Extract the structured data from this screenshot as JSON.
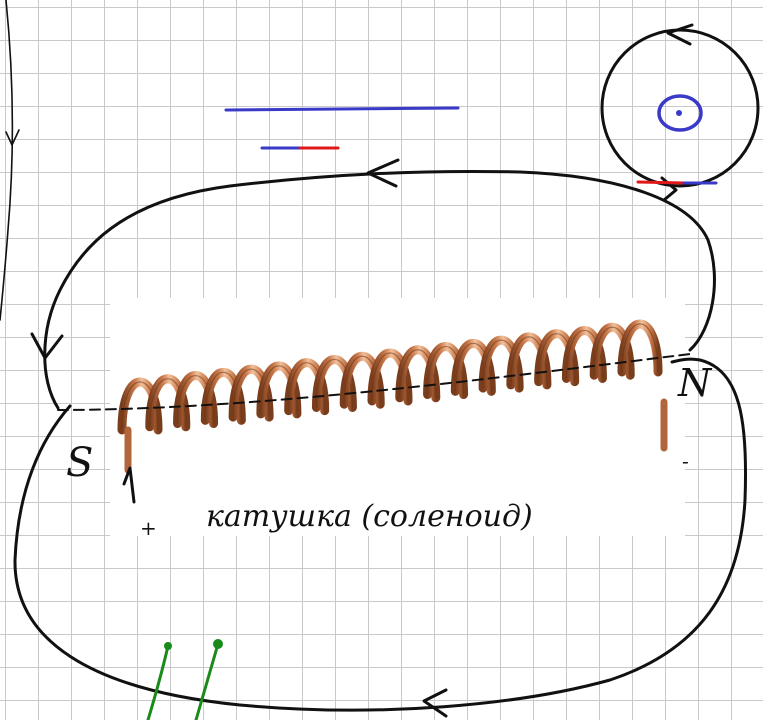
{
  "diagram": {
    "coil_label": "катушка (соленоид)",
    "pole_south": "S",
    "pole_north": "N",
    "terminal_positive": "+",
    "terminal_negative": "-",
    "coil_turns": 19,
    "colors": {
      "wire": "#111111",
      "coil_copper": "#c8784a",
      "coil_highlight": "#f3c19b",
      "coil_shadow": "#7a3d1c",
      "field_blue": "#3a3ac8",
      "field_red": "#e01818",
      "probe_green": "#1a8a1a"
    },
    "icons": [
      "current-direction-arrow-icon",
      "field-into-page-dot-icon"
    ]
  }
}
